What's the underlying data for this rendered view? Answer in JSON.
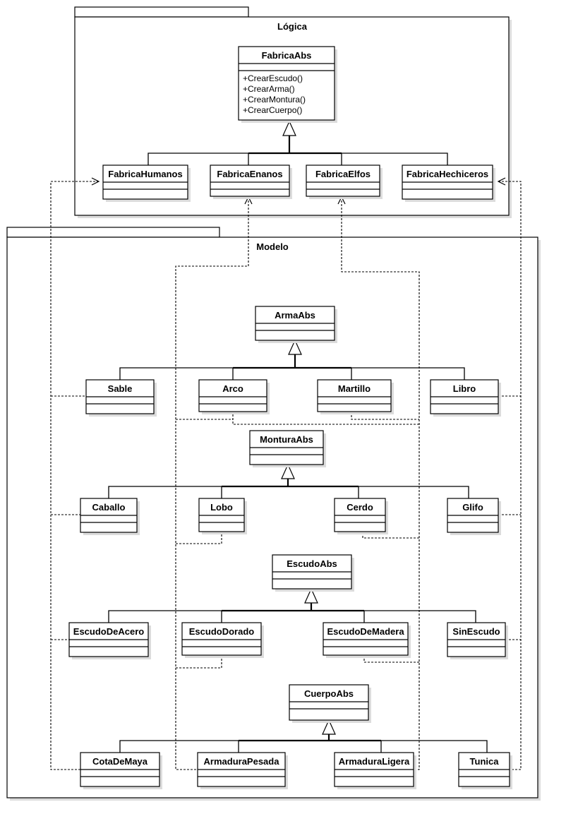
{
  "packages": {
    "logica": "Lógica",
    "modelo": "Modelo"
  },
  "classes": {
    "fabrica_abs": {
      "name": "FabricaAbs",
      "operations": [
        "+CrearEscudo()",
        "+CrearArma()",
        "+CrearMontura()",
        "+CrearCuerpo()"
      ]
    },
    "fabrica_humanos": {
      "name": "FabricaHumanos"
    },
    "fabrica_enanos": {
      "name": "FabricaEnanos"
    },
    "fabrica_elfos": {
      "name": "FabricaElfos"
    },
    "fabrica_hechiceros": {
      "name": "FabricaHechiceros"
    },
    "arma_abs": {
      "name": "ArmaAbs"
    },
    "sable": {
      "name": "Sable"
    },
    "arco": {
      "name": "Arco"
    },
    "martillo": {
      "name": "Martillo"
    },
    "libro": {
      "name": "Libro"
    },
    "montura_abs": {
      "name": "MonturaAbs"
    },
    "caballo": {
      "name": "Caballo"
    },
    "lobo": {
      "name": "Lobo"
    },
    "cerdo": {
      "name": "Cerdo"
    },
    "glifo": {
      "name": "Glifo"
    },
    "escudo_abs": {
      "name": "EscudoAbs"
    },
    "escudo_de_acero": {
      "name": "EscudoDeAcero"
    },
    "escudo_dorado": {
      "name": "EscudoDorado"
    },
    "escudo_de_madera": {
      "name": "EscudoDeMadera"
    },
    "sin_escudo": {
      "name": "SinEscudo"
    },
    "cuerpo_abs": {
      "name": "CuerpoAbs"
    },
    "cota_de_maya": {
      "name": "CotaDeMaya"
    },
    "armadura_pesada": {
      "name": "ArmaduraPesada"
    },
    "armadura_ligera": {
      "name": "ArmaduraLigera"
    },
    "tunica": {
      "name": "Tunica"
    }
  }
}
